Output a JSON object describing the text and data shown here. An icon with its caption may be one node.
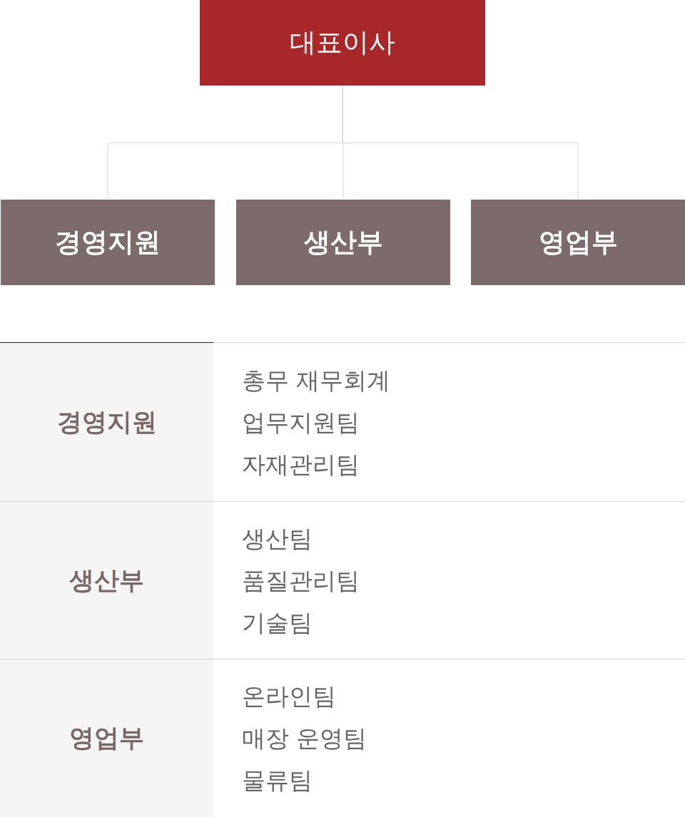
{
  "diagram": {
    "nodes": [
      {
        "text": [
          "대표이사"
        ]
      },
      {
        "text": [
          "경영지원"
        ]
      },
      {
        "text": [
          "생산부"
        ]
      },
      {
        "text": [
          "영업부"
        ]
      }
    ],
    "edges": [
      {
        "from": 0,
        "to": 1,
        "arrow": "none"
      },
      {
        "from": 0,
        "to": 2,
        "arrow": "none"
      },
      {
        "from": 0,
        "to": 3,
        "arrow": "none"
      }
    ],
    "labels": [
      "경영지원",
      "총무 재무회계",
      "업무지원팀",
      "자재관리팀",
      "생산부",
      "생산팀",
      "품질관리팀",
      "기술팀",
      "영업부",
      "온라인팀",
      "매장 운영팀",
      "물류팀"
    ]
  }
}
